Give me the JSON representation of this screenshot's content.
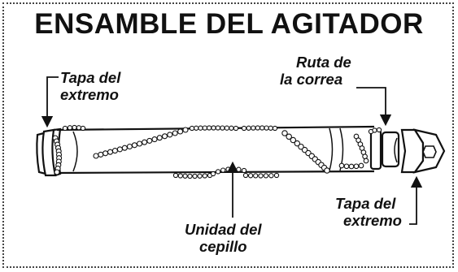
{
  "diagram": {
    "title": "ENSAMBLE DEL AGITADOR",
    "callouts": {
      "end_cap_left": {
        "line1": "Tapa del",
        "line2": "extremo"
      },
      "belt_path": {
        "line1": "Ruta de",
        "line2": "la correa"
      },
      "end_cap_right": {
        "line1": "Tapa del",
        "line2": "extremo"
      },
      "brush_unit": {
        "line1": "Unidad del",
        "line2": "cepillo"
      }
    }
  }
}
